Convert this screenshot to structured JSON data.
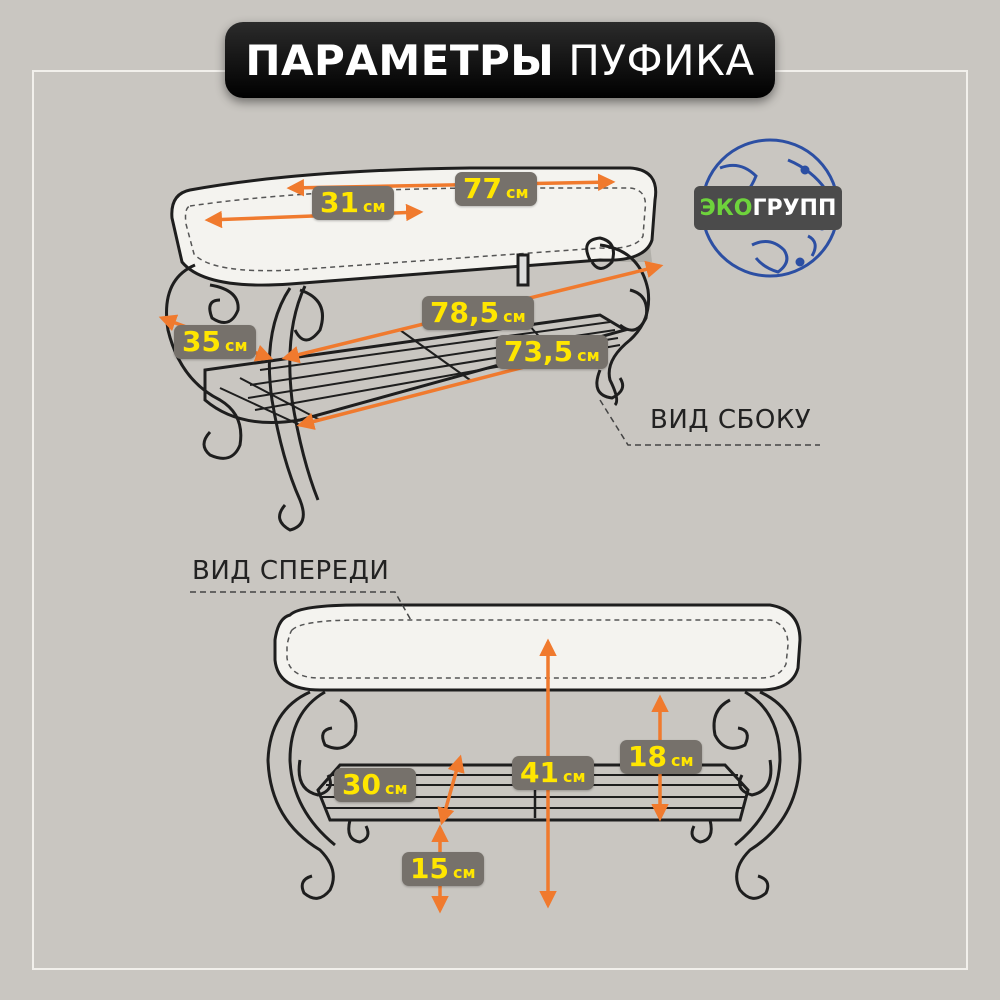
{
  "title": {
    "bold": "ПАРАМЕТРЫ",
    "regular": "ПУФИКА"
  },
  "logo": {
    "eco": "ЭКО",
    "group": "ГРУПП",
    "icon": "globe-icon",
    "eco_color": "#6ed33c",
    "globe_color": "#2c4fa3"
  },
  "views": {
    "side": "ВИД СБОКУ",
    "front": "ВИД СПЕРЕДИ"
  },
  "dimensions": [
    {
      "id": "seat-depth",
      "value": "31",
      "unit": "см"
    },
    {
      "id": "seat-length",
      "value": "77",
      "unit": "см"
    },
    {
      "id": "base-depth",
      "value": "35",
      "unit": "см"
    },
    {
      "id": "base-length",
      "value": "78,5",
      "unit": "см"
    },
    {
      "id": "shelf-length",
      "value": "73,5",
      "unit": "см"
    },
    {
      "id": "shelf-depth",
      "value": "30",
      "unit": "см"
    },
    {
      "id": "total-height",
      "value": "41",
      "unit": "см"
    },
    {
      "id": "seat-to-shelf",
      "value": "18",
      "unit": "см"
    },
    {
      "id": "shelf-height",
      "value": "15",
      "unit": "см"
    }
  ],
  "colors": {
    "background": "#c9c6c1",
    "arrow": "#f07a2e",
    "tag_bg": "#76716b",
    "tag_text": "#ffe600"
  }
}
